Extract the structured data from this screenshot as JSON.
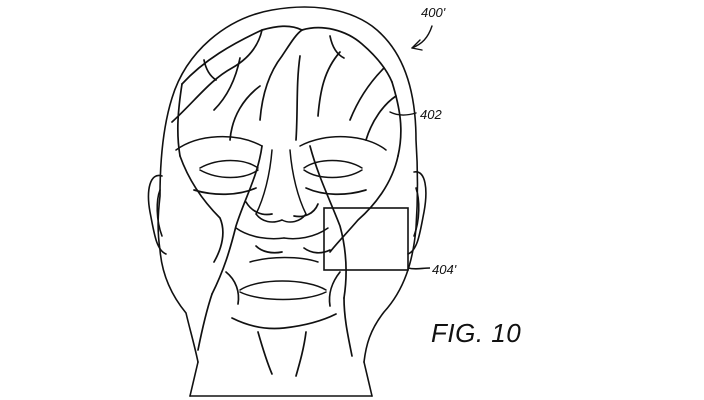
{
  "labels": {
    "ref_400": "400'",
    "ref_402": "402",
    "ref_404": "404'",
    "caption": "FIG. 10"
  },
  "colors": {
    "line": "#111111",
    "background": "#ffffff"
  }
}
